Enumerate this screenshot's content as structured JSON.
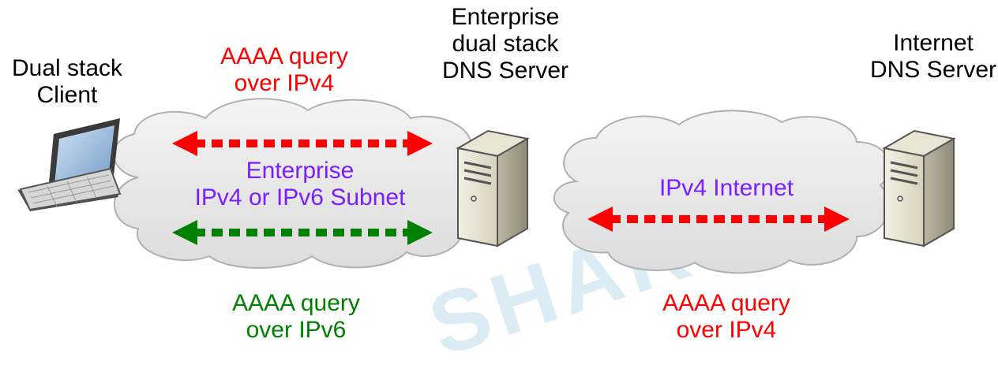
{
  "colors": {
    "ipv4_query": "#ff0000",
    "ipv6_query": "#008000",
    "network_label": "#7a1fff",
    "cloud_fill": "#e8e8e8",
    "cloud_stroke": "#b0b0b0"
  },
  "watermark": {
    "text": "SHAR"
  },
  "nodes": {
    "client": {
      "line1": "Dual stack",
      "line2": "Client",
      "icon": "laptop-icon"
    },
    "enterprise_dns": {
      "line1": "Enterprise",
      "line2": "dual stack",
      "line3": "DNS Server",
      "icon": "server-icon"
    },
    "internet_dns": {
      "line1": "Internet",
      "line2": "DNS Server",
      "icon": "server-icon"
    }
  },
  "networks": {
    "enterprise": {
      "line1": "Enterprise",
      "line2": "IPv4 or IPv6 Subnet"
    },
    "internet": {
      "line1": "IPv4 Internet"
    }
  },
  "queries": {
    "enterprise_ipv4": {
      "line1": "AAAA query",
      "line2": "over IPv4"
    },
    "enterprise_ipv6": {
      "line1": "AAAA query",
      "line2": "over IPv6"
    },
    "internet_ipv4": {
      "line1": "AAAA query",
      "line2": "over IPv4"
    }
  }
}
